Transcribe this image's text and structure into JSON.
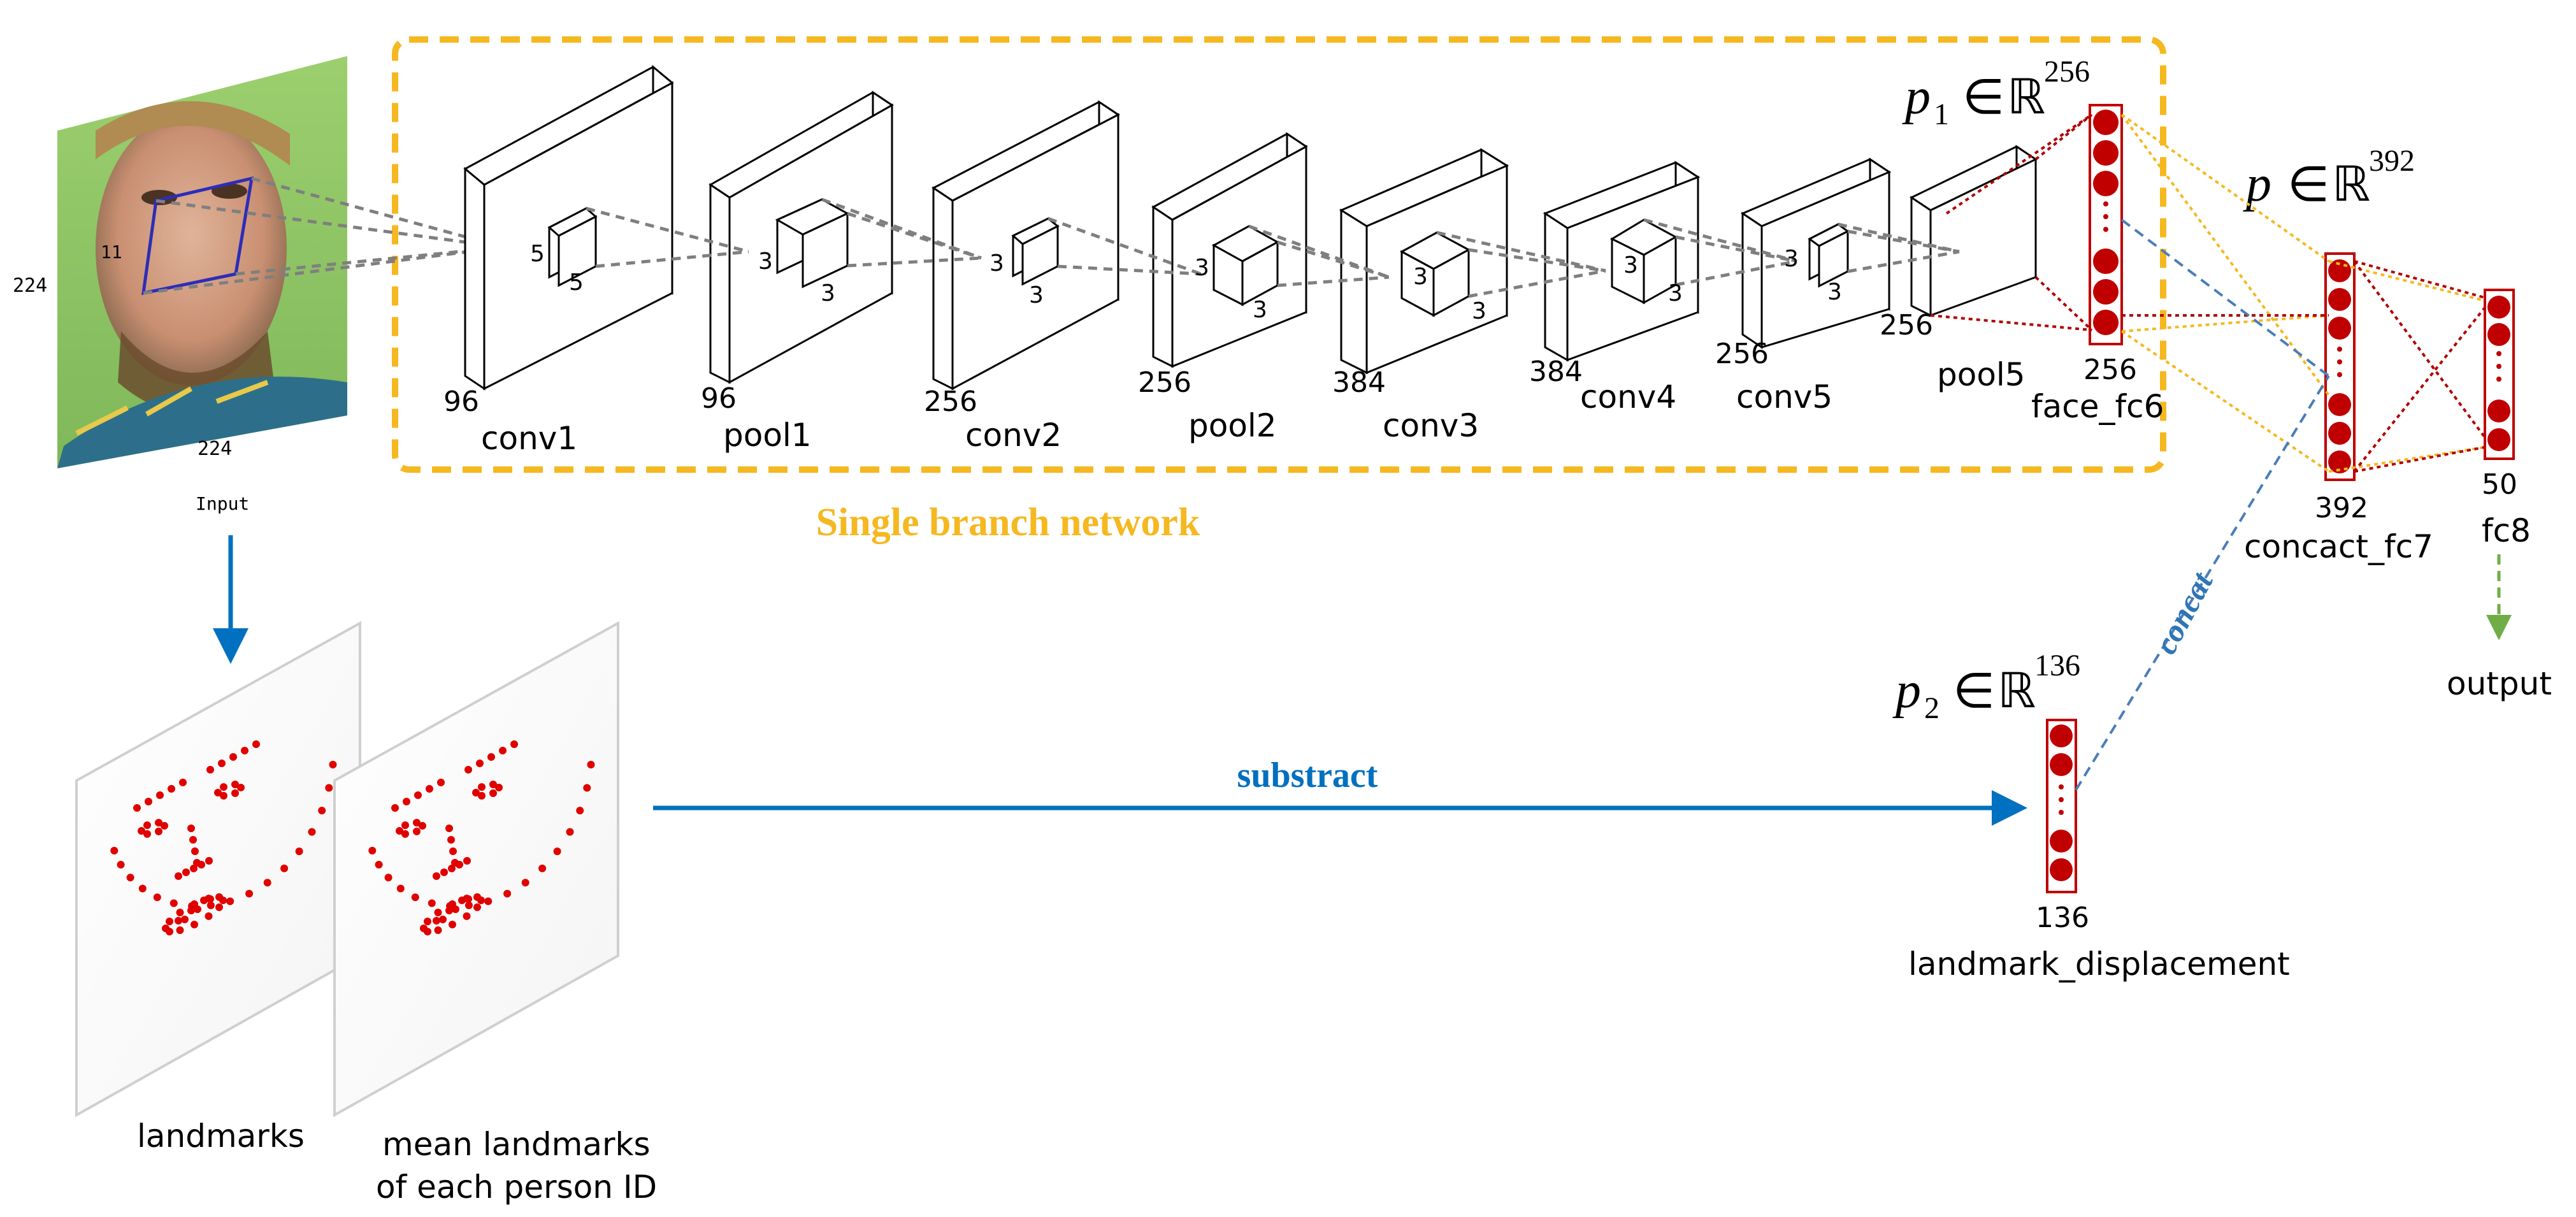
{
  "input": {
    "size_left": "224",
    "size_bottom": "224",
    "kernel": "11",
    "caption": "Input"
  },
  "colors": {
    "branch_box": "#f5b820",
    "neuron": "#c00000",
    "neuron_border": "#c00000",
    "arrow_blue": "#0070c0",
    "output_arrow": "#70ad47",
    "concat_text": "#2e75b6"
  },
  "branch_title": "Single branch network",
  "layers": [
    {
      "name": "conv1",
      "channels": "96",
      "kernel": "5",
      "kernel_b": "5"
    },
    {
      "name": "pool1",
      "channels": "96",
      "kernel": "3",
      "kernel_b": "3"
    },
    {
      "name": "conv2",
      "channels": "256",
      "kernel": "3",
      "kernel_b": "3"
    },
    {
      "name": "pool2",
      "channels": "256",
      "kernel": "3",
      "kernel_b": "3"
    },
    {
      "name": "conv3",
      "channels": "384",
      "kernel": "3",
      "kernel_b": "3"
    },
    {
      "name": "conv4",
      "channels": "384",
      "kernel": "3",
      "kernel_b": "3"
    },
    {
      "name": "conv5",
      "channels": "256",
      "kernel": "3",
      "kernel_b": "3"
    },
    {
      "name": "pool5",
      "channels": "256"
    }
  ],
  "fc": {
    "face_fc6": {
      "name": "face_fc6",
      "size": "256",
      "formula_var": "p",
      "formula_sub": "1",
      "formula_rel": "∈",
      "formula_set": "ℝ",
      "formula_dim": "256"
    },
    "concat_fc7": {
      "name": "concact_fc7",
      "size": "392",
      "formula_var": "p",
      "formula_rel": "∈",
      "formula_set": "ℝ",
      "formula_dim": "392"
    },
    "fc8": {
      "name": "fc8",
      "size": "50"
    },
    "landmark": {
      "name": "landmark_displacement",
      "size": "136",
      "formula_var": "p",
      "formula_sub": "2",
      "formula_rel": "∈",
      "formula_set": "ℝ",
      "formula_dim": "136"
    }
  },
  "concat_label": "concat",
  "output_label": "output",
  "subtract_label": "substract",
  "landmark_panels": {
    "left_caption": "landmarks",
    "right_caption_line1": "mean landmarks",
    "right_caption_line2": "of each person ID"
  }
}
